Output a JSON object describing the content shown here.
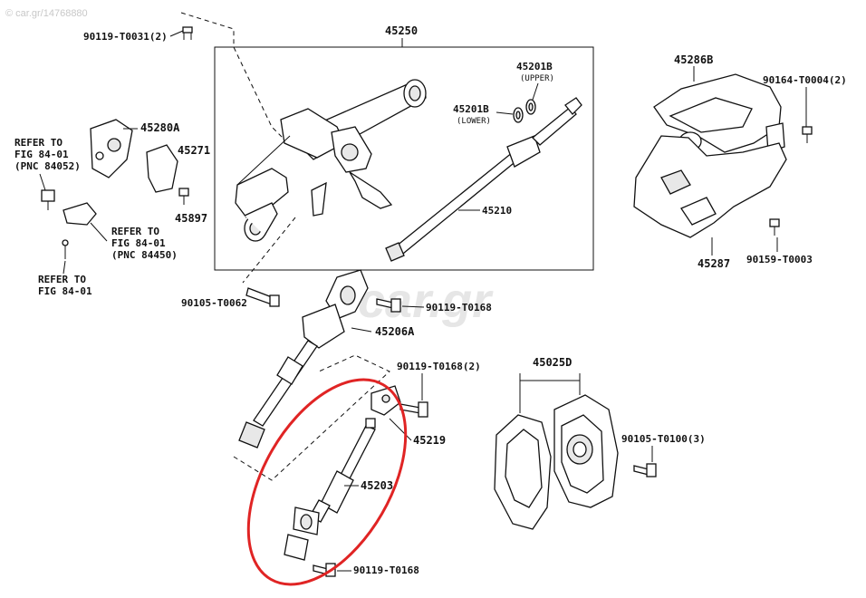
{
  "watermark": {
    "copyright": "© car.gr/14768880",
    "logo": "car.gr"
  },
  "labels": {
    "p45250": "45250",
    "p90119_T0031": "90119-T0031(2)",
    "p45201B_upper": "45201B",
    "upper": "(UPPER)",
    "p45201B_lower": "45201B",
    "lower": "(LOWER)",
    "p45210": "45210",
    "p45286B": "45286B",
    "p90164_T0004": "90164-T0004(2)",
    "p45287": "45287",
    "p90159_T0003": "90159-T0003",
    "p45280A": "45280A",
    "p45271": "45271",
    "p45897": "45897",
    "refer1_a": "REFER TO",
    "refer1_b": "FIG 84-01",
    "refer1_c": "(PNC 84052)",
    "refer2_a": "REFER TO",
    "refer2_b": "FIG 84-01",
    "refer2_c": "(PNC 84450)",
    "refer3_a": "REFER TO",
    "refer3_b": "FIG 84-01",
    "p90105_T0062": "90105-T0062",
    "p90119_T0168_a": "90119-T0168",
    "p45206A": "45206A",
    "p90119_T0168_2": "90119-T0168(2)",
    "p45219": "45219",
    "p45203": "45203",
    "p90119_T0168_b": "90119-T0168",
    "p45025D": "45025D",
    "p90105_T0100": "90105-T0100(3)"
  },
  "highlight": {
    "color": "#e02424",
    "target": "45203"
  },
  "colors": {
    "line": "#111111",
    "background": "#ffffff"
  }
}
